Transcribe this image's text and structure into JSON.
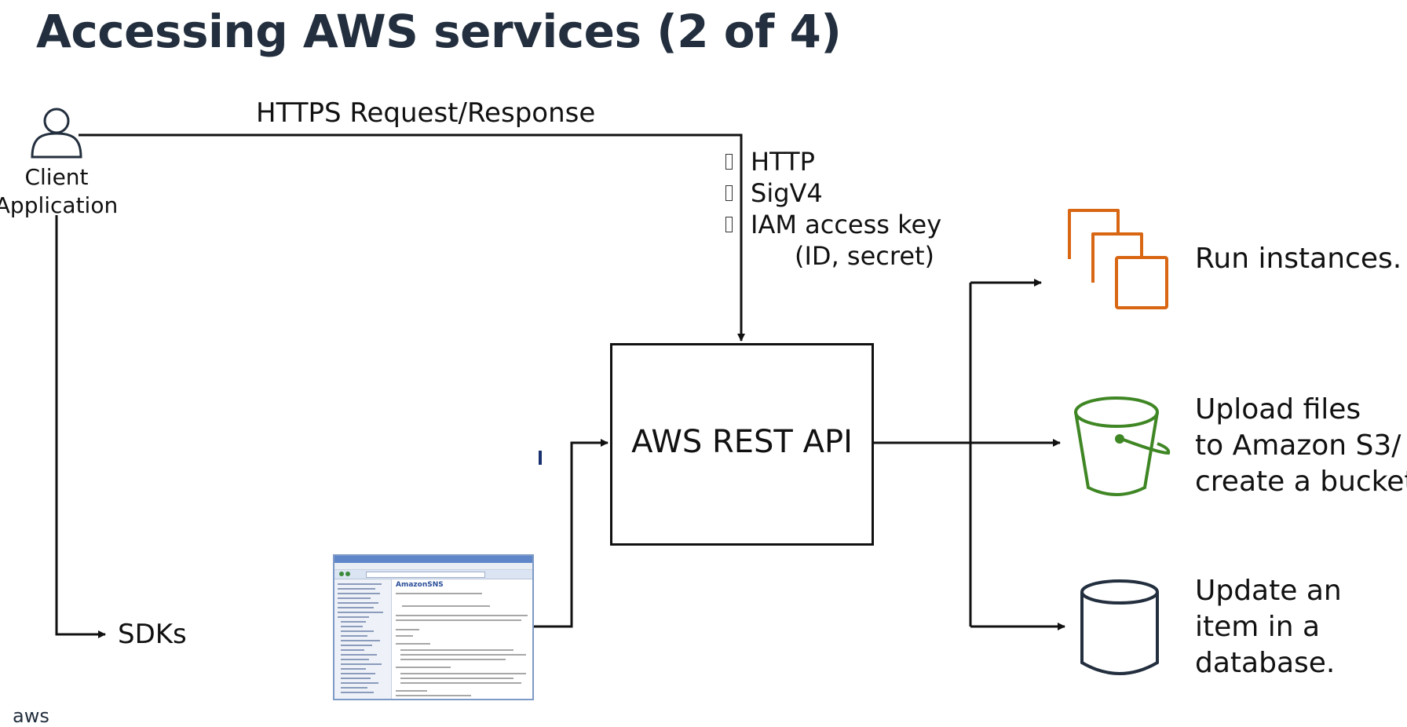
{
  "slide": {
    "title": "Accessing AWS services (2 of 4)",
    "footer_logo": "aws"
  },
  "client": {
    "label_line1": "Client",
    "label_line2": "Application"
  },
  "request": {
    "label": "HTTPS Request/Response",
    "bullets": [
      "HTTP",
      "SigV4",
      "IAM access key"
    ],
    "bullet_continuation": "(ID, secret)"
  },
  "sdk": {
    "label": "SDKs",
    "doc_heading": "AmazonSNS"
  },
  "api": {
    "label": "AWS REST API"
  },
  "outputs": [
    {
      "icon": "ec2-instances-icon",
      "lines": [
        "Run instances."
      ]
    },
    {
      "icon": "s3-bucket-icon",
      "lines": [
        "Upload files",
        "to Amazon S3/",
        "create a bucket."
      ]
    },
    {
      "icon": "database-icon",
      "lines": [
        "Update an",
        "item in a",
        "database."
      ]
    }
  ],
  "colors": {
    "title": "#232f3e",
    "ec2": "#d86613",
    "s3": "#3f8624",
    "database": "#232f3e",
    "lines": "#111111"
  }
}
